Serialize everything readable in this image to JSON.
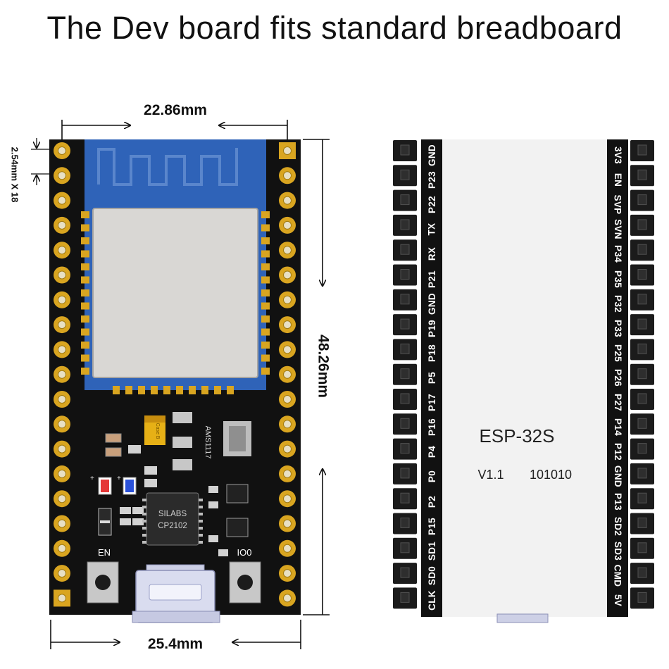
{
  "title": "The Dev board fits standard breadboard",
  "dimensions": {
    "top_width": "22.86mm",
    "bottom_width": "25.4mm",
    "height": "48.26mm",
    "pitch": "2.54mm X 18"
  },
  "front_board": {
    "button_en_label": "EN",
    "button_io0_label": "IO0",
    "regulator_label": "AMS1117",
    "capacitor_label": "Case B",
    "usb_chip_line1": "SILABS",
    "usb_chip_line2": "CP2102"
  },
  "back_board": {
    "module_name": "ESP-32S",
    "version": "V1.1",
    "code": "101010",
    "left_pins": [
      "GND",
      "P23",
      "P22",
      "TX",
      "RX",
      "P21",
      "GND",
      "P19",
      "P18",
      "P5",
      "P17",
      "P16",
      "P4",
      "P0",
      "P2",
      "P15",
      "SD1",
      "SD0",
      "CLK"
    ],
    "right_pins": [
      "3V3",
      "EN",
      "SVP",
      "SVN",
      "P34",
      "P35",
      "P32",
      "P33",
      "P25",
      "P26",
      "P27",
      "P14",
      "P12",
      "GND",
      "P13",
      "SD2",
      "SD3",
      "CMD",
      "5V"
    ]
  },
  "colors": {
    "pcb": "#111111",
    "gold": "#d9a520",
    "antenna_blue": "#2f63b8",
    "shield": "#d9d7d4",
    "pin_header": "#1b1b1b"
  }
}
